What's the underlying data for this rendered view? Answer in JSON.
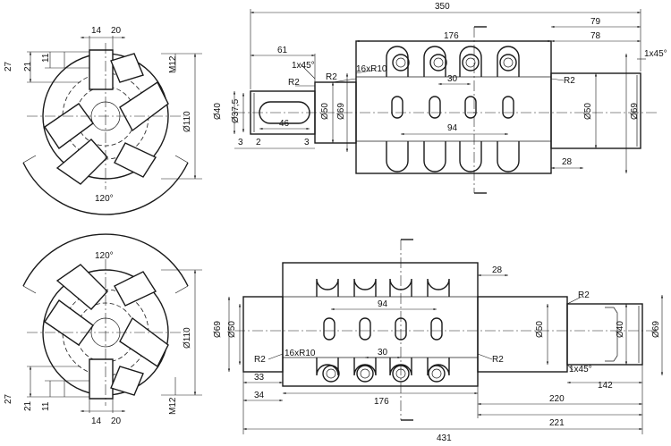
{
  "top_view": {
    "end_section": {
      "dims": {
        "d14": "14",
        "d20": "20",
        "d27": "27",
        "d21": "21",
        "d11": "11",
        "m12": "M12",
        "d110": "Ø110",
        "angle": "120°"
      }
    },
    "side": {
      "overall": "350",
      "d79": "79",
      "d78": "78",
      "d176": "176",
      "d61": "61",
      "chamfer_a": "1x45°",
      "chamfer_b": "1x45°",
      "r2_a": "R2",
      "r2_b": "R2",
      "r2_c": "R2",
      "holes": "16xR10",
      "d30": "30",
      "d94": "94",
      "d28": "28",
      "d46": "46",
      "d3a": "3",
      "d2": "2",
      "d3b": "3",
      "dia40": "Ø40",
      "dia375": "Ø37,5",
      "dia50a": "Ø50",
      "dia69a": "Ø69",
      "dia50b": "Ø50",
      "dia69b": "Ø69"
    }
  },
  "bottom_view": {
    "end_section": {
      "dims": {
        "angle": "120°",
        "d110": "Ø110",
        "d27": "27",
        "d21": "21",
        "d11": "11",
        "d14": "14",
        "d20": "20",
        "m12": "M12"
      }
    },
    "side": {
      "dia69a": "Ø69",
      "dia50a": "Ø50",
      "dia50b": "Ø50",
      "dia40": "Ø40",
      "dia69b": "Ø69",
      "d28": "28",
      "d94": "94",
      "d30": "30",
      "r2_a": "R2",
      "r2_b": "R2",
      "r2_c": "R2",
      "holes": "16xR10",
      "chamfer": "1x45°",
      "d142": "142",
      "d33": "33",
      "d34": "34",
      "d176": "176",
      "d220": "220",
      "d221": "221",
      "overall": "431"
    }
  }
}
